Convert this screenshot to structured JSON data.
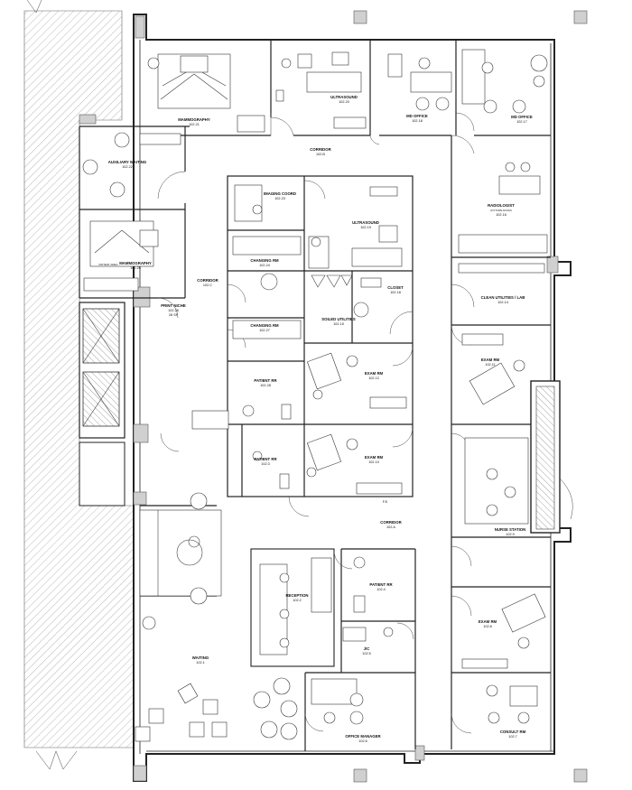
{
  "rooms": [
    {
      "id": "mammography_1",
      "name": "MAMMOGRAPHY",
      "number": "102.21"
    },
    {
      "id": "ultrasound_1",
      "name": "ULTRASOUND",
      "number": "102.20"
    },
    {
      "id": "md_office_1",
      "name": "MD OFFICE",
      "number": "102.18"
    },
    {
      "id": "md_office_2",
      "name": "MD OFFICE",
      "number": "102.17"
    },
    {
      "id": "auxiliary_waiting",
      "name": "AUXILIARY WAITING",
      "number": "102.22"
    },
    {
      "id": "corridor_1",
      "name": "CORRIDOR",
      "number": "102.B"
    },
    {
      "id": "imaging_coord",
      "name": "IMAGING COORD",
      "number": "102.23"
    },
    {
      "id": "ultrasound_2",
      "name": "ULTRASOUND",
      "number": "102.19"
    },
    {
      "id": "radiologist",
      "name": "RADIOLOGIST",
      "sub": "(FUTURE EXAM)",
      "number": "102.16"
    },
    {
      "id": "mammography_2",
      "name": "MAMMOGRAPHY",
      "number": "102.25"
    },
    {
      "id": "changing_rm_1",
      "name": "CHANGING RM",
      "number": "102.24"
    },
    {
      "id": "corridor_2",
      "name": "CORRIDOR",
      "number": "102.C"
    },
    {
      "id": "closet",
      "name": "CLOSET",
      "number": "102.18"
    },
    {
      "id": "clean_utilities",
      "name": "CLEAN UTILITIES / LAB",
      "number": "102.14"
    },
    {
      "id": "print_niche",
      "name": "PRINT NICHE",
      "number": "102.26",
      "extra": "28 SF"
    },
    {
      "id": "soiled_utilities",
      "name": "SOILED UTILITIES",
      "number": "102.15"
    },
    {
      "id": "changing_rm_2",
      "name": "CHANGING RM",
      "number": "102.27"
    },
    {
      "id": "exam_rm_1",
      "name": "EXAM RM",
      "number": "102.12"
    },
    {
      "id": "exam_rm_2",
      "name": "EXAM RM",
      "number": "102.11"
    },
    {
      "id": "patient_rr_1",
      "name": "PATIENT RR",
      "number": "102.28"
    },
    {
      "id": "patient_rr_2",
      "name": "PATIENT RR",
      "number": "102.3"
    },
    {
      "id": "exam_rm_3",
      "name": "EXAM RM",
      "number": "102.10"
    },
    {
      "id": "nurse_station",
      "name": "NURSE STATION",
      "number": "102.9"
    },
    {
      "id": "corridor_3",
      "name": "CORRIDOR",
      "number": "102.A"
    },
    {
      "id": "reception",
      "name": "RECEPTION",
      "number": "102.2"
    },
    {
      "id": "patient_rr_3",
      "name": "PATIENT RR",
      "number": "102.4"
    },
    {
      "id": "exam_rm_4",
      "name": "EXAM RM",
      "number": "102.8"
    },
    {
      "id": "jc",
      "name": "J/C",
      "number": "102.5"
    },
    {
      "id": "waiting",
      "name": "WAITING",
      "number": "102.1"
    },
    {
      "id": "office_manager",
      "name": "OFFICE MANAGER",
      "number": "102.6"
    },
    {
      "id": "consult_rm",
      "name": "CONSULT RM",
      "number": "102.7"
    }
  ],
  "notes": {
    "fe": "F.E.",
    "patient_area": "PATIENT AREA"
  }
}
